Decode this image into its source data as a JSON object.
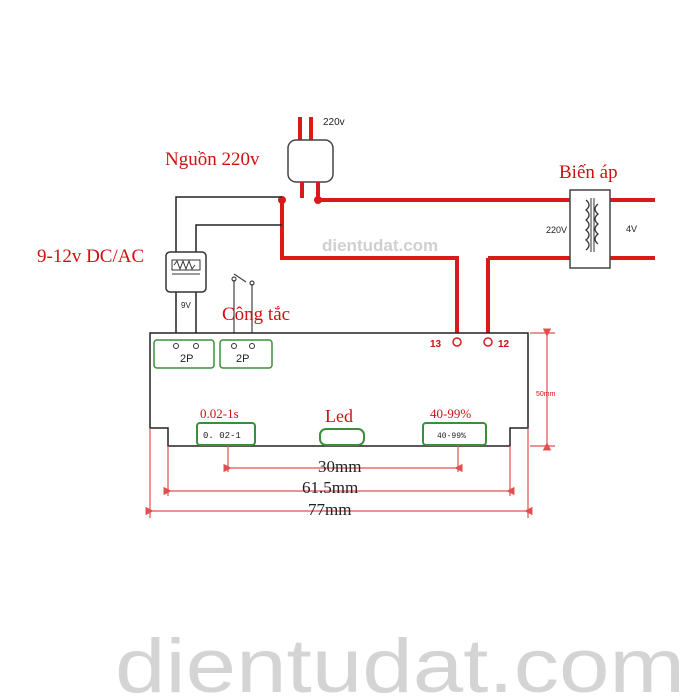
{
  "colors": {
    "wire_red": "#d81a1a",
    "wire_black": "#222222",
    "label_red": "#cc1111",
    "dim_red": "#e05050",
    "box_green": "#3a8f3a",
    "watermark": "#c8c8c8"
  },
  "labels": {
    "power_source": "Nguồn 220v",
    "plug_voltage": "220v",
    "transformer": "Biến áp",
    "transformer_primary": "220V",
    "transformer_secondary": "4V",
    "supply": "9-12v DC/AC",
    "relay_voltage": "9V",
    "switch": "Công tắc",
    "terminal_13": "13",
    "terminal_12": "12",
    "connector_left": "2P",
    "connector_right": "2P",
    "height": "50mm",
    "pot_time_label": "0.02-1s",
    "pot_time_box": "0. 02-1",
    "led": "Led",
    "pot_percent_label": "40-99%",
    "pot_percent_box": "40-99%",
    "dim_30": "30mm",
    "dim_615": "61.5mm",
    "dim_77": "77mm"
  },
  "watermark": {
    "center": "dientudat.com",
    "bottom": "dientudat.com"
  }
}
